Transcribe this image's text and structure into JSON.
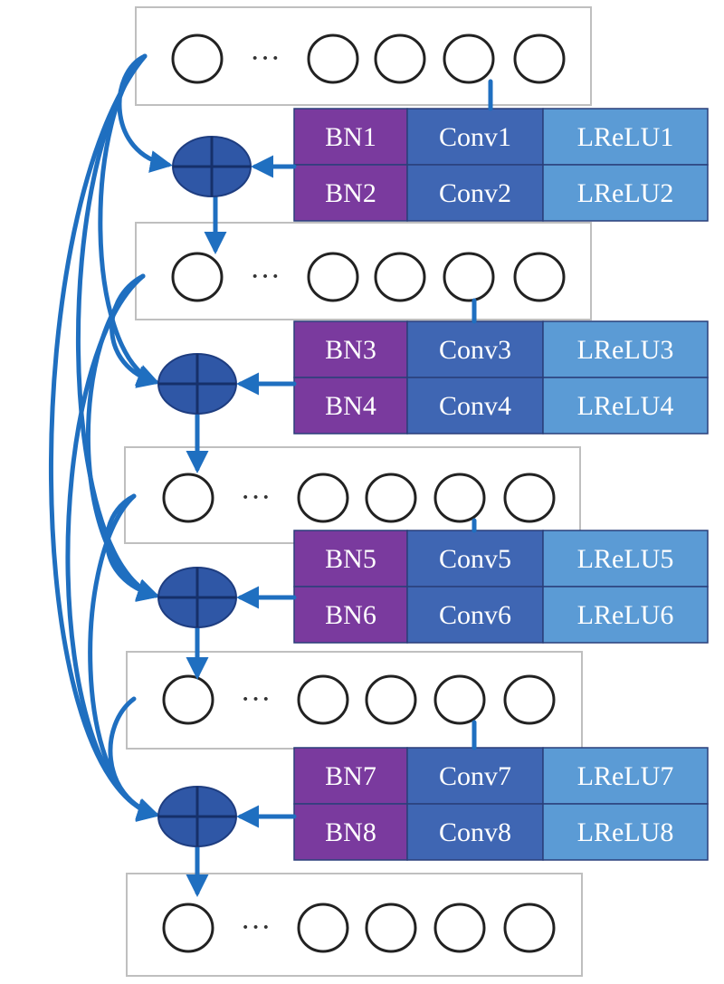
{
  "colors": {
    "bn": "#7a3a9e",
    "conv": "#3f66b3",
    "lrelu": "#5b9bd5",
    "arrow": "#1f6fc0",
    "adder": "#2f57a6",
    "layer_border": "#bfbfbf",
    "neuron_stroke": "#222222"
  },
  "ellipsis": "···",
  "blocks": [
    {
      "bn": [
        "BN1",
        "BN2"
      ],
      "conv": [
        "Conv1",
        "Conv2"
      ],
      "lrelu": [
        "LReLU1",
        "LReLU2"
      ]
    },
    {
      "bn": [
        "BN3",
        "BN4"
      ],
      "conv": [
        "Conv3",
        "Conv4"
      ],
      "lrelu": [
        "LReLU3",
        "LReLU4"
      ]
    },
    {
      "bn": [
        "BN5",
        "BN6"
      ],
      "conv": [
        "Conv5",
        "Conv6"
      ],
      "lrelu": [
        "LReLU5",
        "LReLU6"
      ]
    },
    {
      "bn": [
        "BN7",
        "BN8"
      ],
      "conv": [
        "Conv7",
        "Conv8"
      ],
      "lrelu": [
        "LReLU7",
        "LReLU8"
      ]
    }
  ]
}
